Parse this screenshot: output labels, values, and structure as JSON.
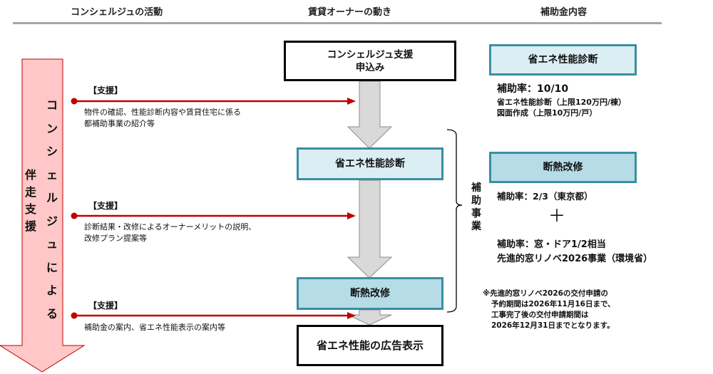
{
  "headers": {
    "concierge": "コンシェルジュの活動",
    "owner": "賃貸オーナーの動き",
    "subsidy": "補助金内容"
  },
  "left_arrow": {
    "text_outer": [
      "伴",
      "走",
      "支",
      "援"
    ],
    "text_inner": [
      "コ",
      "ン",
      "シ",
      "ェ",
      "ル",
      "ジ",
      "ュ",
      "に",
      "よ",
      "る"
    ],
    "fill_color": "#ffc7c7",
    "stroke_color": "#c00000"
  },
  "support": [
    {
      "label": "【支援】",
      "lines": [
        "物件の確認、性能診断内容や賃貸住宅に係る",
        "都補助事業の紹介等"
      ]
    },
    {
      "label": "【支援】",
      "lines": [
        "診断結果・改修によるオーナーメリットの説明、",
        "改修プラン提案等"
      ]
    },
    {
      "label": "【支援】",
      "lines": [
        "補助金の案内、省エネ性能表示の案内等"
      ]
    }
  ],
  "flow": {
    "step1": [
      "コンシェルジュ支援",
      "申込み"
    ],
    "step2": "省エネ性能診断",
    "step3": "断熱改修",
    "step4": "省エネ性能の広告表示"
  },
  "bracket_label": [
    "補",
    "助",
    "事",
    "業"
  ],
  "subsidy": {
    "diagnosis": {
      "title": "省エネ性能診断",
      "rate": "補助率：10/10",
      "details": [
        "省エネ性能診断（上限120万円/棟）",
        "図面作成（上限10万円/戸）"
      ]
    },
    "insulation": {
      "title": "断熱改修",
      "rate_tokyo": "補助率：2/3（東京都）",
      "plus": "＋",
      "rate_window": "補助率：窓・ドア1/2相当",
      "program": "先進的窓リノベ2026事業（環境省）"
    },
    "note": [
      "※先進的窓リノベ2026の交付申請の",
      "予約期間は2026年11月16日まで、",
      "工事完了後の交付申請期間は",
      "2026年12月31日までとなります。"
    ]
  },
  "colors": {
    "connector_red": "#c00000",
    "flow_arrow_gray": "#d9d9d9",
    "teal_border": "#3a8ea0",
    "teal_light": "#dbeef4",
    "teal_mid": "#b6dce7"
  }
}
